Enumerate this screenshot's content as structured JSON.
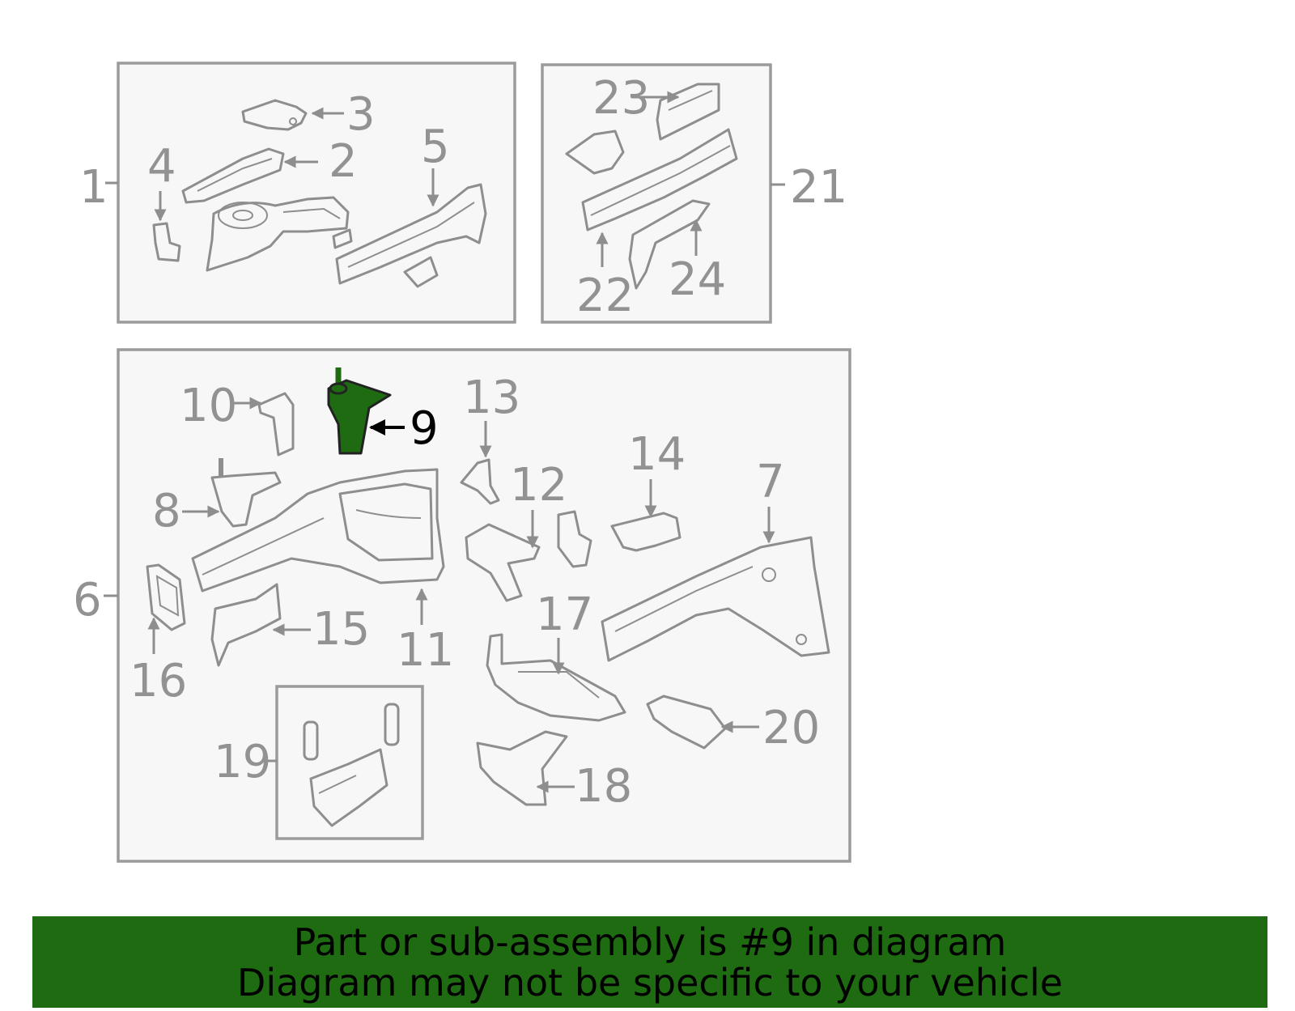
{
  "diagram": {
    "callouts": {
      "c1": "1",
      "c2": "2",
      "c3": "3",
      "c4": "4",
      "c5": "5",
      "c6": "6",
      "c7": "7",
      "c8": "8",
      "c9": "9",
      "c10": "10",
      "c11": "11",
      "c12": "12",
      "c13": "13",
      "c14": "14",
      "c15": "15",
      "c16": "16",
      "c17": "17",
      "c18": "18",
      "c19": "19",
      "c20": "20",
      "c21": "21",
      "c22": "22",
      "c23": "23",
      "c24": "24"
    },
    "highlighted_part": "9",
    "highlight_color": "#1e6b12",
    "line_color": "#8e8e8e"
  },
  "banner": {
    "line1": "Part or sub-assembly is #9 in diagram",
    "line2": "Diagram may not be specific to your vehicle",
    "background": "#1e6b12"
  }
}
